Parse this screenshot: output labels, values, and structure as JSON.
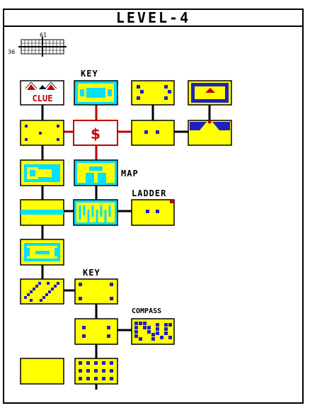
{
  "title": "LEVEL-4",
  "minimap": {
    "col_label": "61",
    "row_label": "36"
  },
  "clue_text": "CLUE",
  "money_symbol": "$",
  "labels": {
    "key_top": "KEY",
    "map": "MAP",
    "ladder": "LADDER",
    "key_mid": "KEY",
    "compass": "COMPASS"
  },
  "colors": {
    "room": "#ffff00",
    "water": "#00e0ff",
    "block": "#2020c0",
    "shop_border": "#c00000",
    "outline": "#000000"
  }
}
